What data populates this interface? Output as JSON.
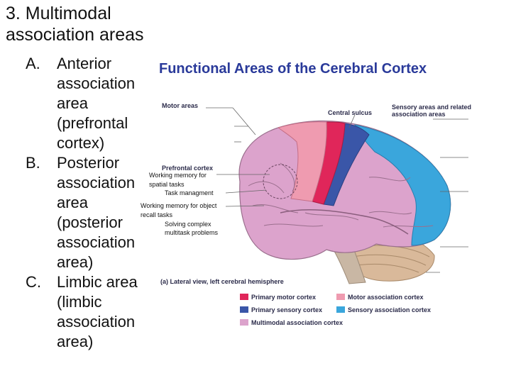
{
  "slide": {
    "title": "3. Multimodal\nassociation areas",
    "items": [
      {
        "marker": "A.",
        "text": "Anterior\nassociation\narea\n(prefrontal\ncortex)"
      },
      {
        "marker": "B.",
        "text": "Posterior\nassociation\narea\n(posterior\nassociation\narea)"
      },
      {
        "marker": "C.",
        "text": "Limbic area\n(limbic\nassociation\narea)"
      }
    ]
  },
  "figure": {
    "title": "Functional Areas of the Cerebral Cortex",
    "labels": {
      "motor_areas": "Motor areas",
      "central_sulcus": "Central sulcus",
      "sensory_areas": "Sensory areas and related\nassociation areas",
      "prefrontal_cortex": "Prefrontal cortex",
      "caption": "(a) Lateral view, left cerebral hemisphere"
    },
    "notes": {
      "working_memory_spatial_1": "Working memory for",
      "working_memory_spatial_2": "spatial tasks",
      "task_management": "Task managment",
      "working_memory_object_1": "Working memory for object",
      "working_memory_object_2": "recall tasks",
      "solving_complex_1": "Solving complex",
      "solving_complex_2": "multitask problems"
    },
    "legend": [
      {
        "label": "Primary motor cortex",
        "color": "#e0265a"
      },
      {
        "label": "Motor association cortex",
        "color": "#ef9bb0"
      },
      {
        "label": "Primary sensory cortex",
        "color": "#3a56a8"
      },
      {
        "label": "Sensory association cortex",
        "color": "#3aa6dc"
      },
      {
        "label": "Multimodal association cortex",
        "color": "#dca3cc"
      }
    ],
    "colors": {
      "title": "#2a3a9a",
      "cerebellum": "#d9b99a",
      "brainstem": "#c9b7a4"
    }
  }
}
